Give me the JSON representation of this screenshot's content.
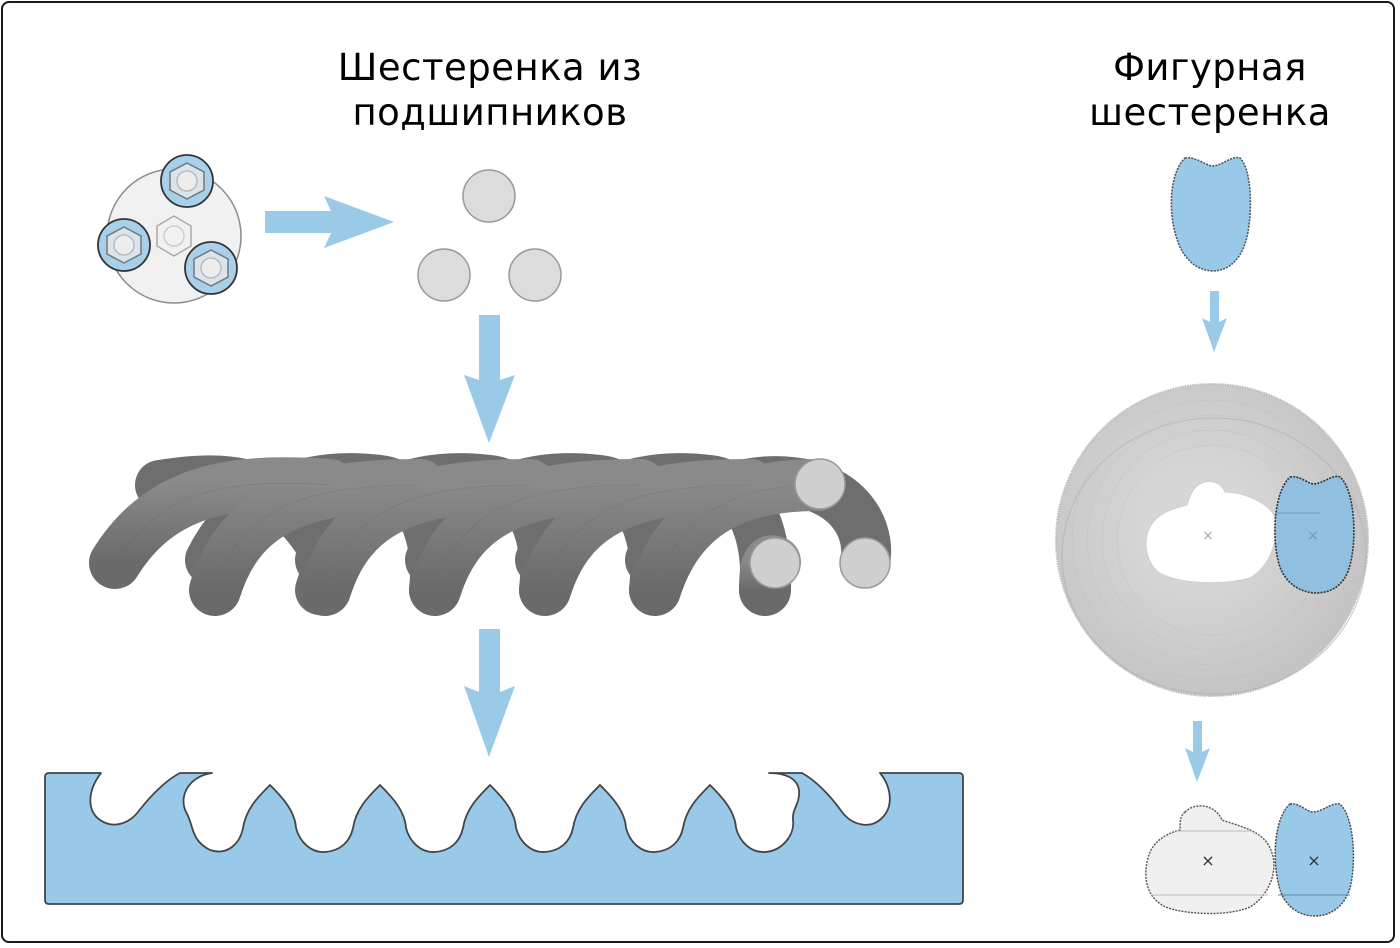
{
  "figure": {
    "left_panel": {
      "title_line1": "Шестеренка из",
      "title_line2": "подшипников",
      "steps": [
        "bearing-assembly",
        "three-rollers",
        "helical-swept-rollers",
        "generated-gear-rack"
      ]
    },
    "right_panel": {
      "title_line1": "Фигурная",
      "title_line2": "шестеренка",
      "steps": [
        "figured-gear-profile",
        "swept-envelope",
        "generated-gear-pair"
      ]
    },
    "colors": {
      "accent_blue": "#99c9e8",
      "arrow_blue": "#99cbe9",
      "roller_gray": "#d9d9d9",
      "tube_gray": "#737373",
      "outline": "#444444",
      "plate_gray": "#f0f0f0",
      "frame": "#1a1a1a"
    },
    "markers": {
      "center_mark": "×"
    }
  }
}
